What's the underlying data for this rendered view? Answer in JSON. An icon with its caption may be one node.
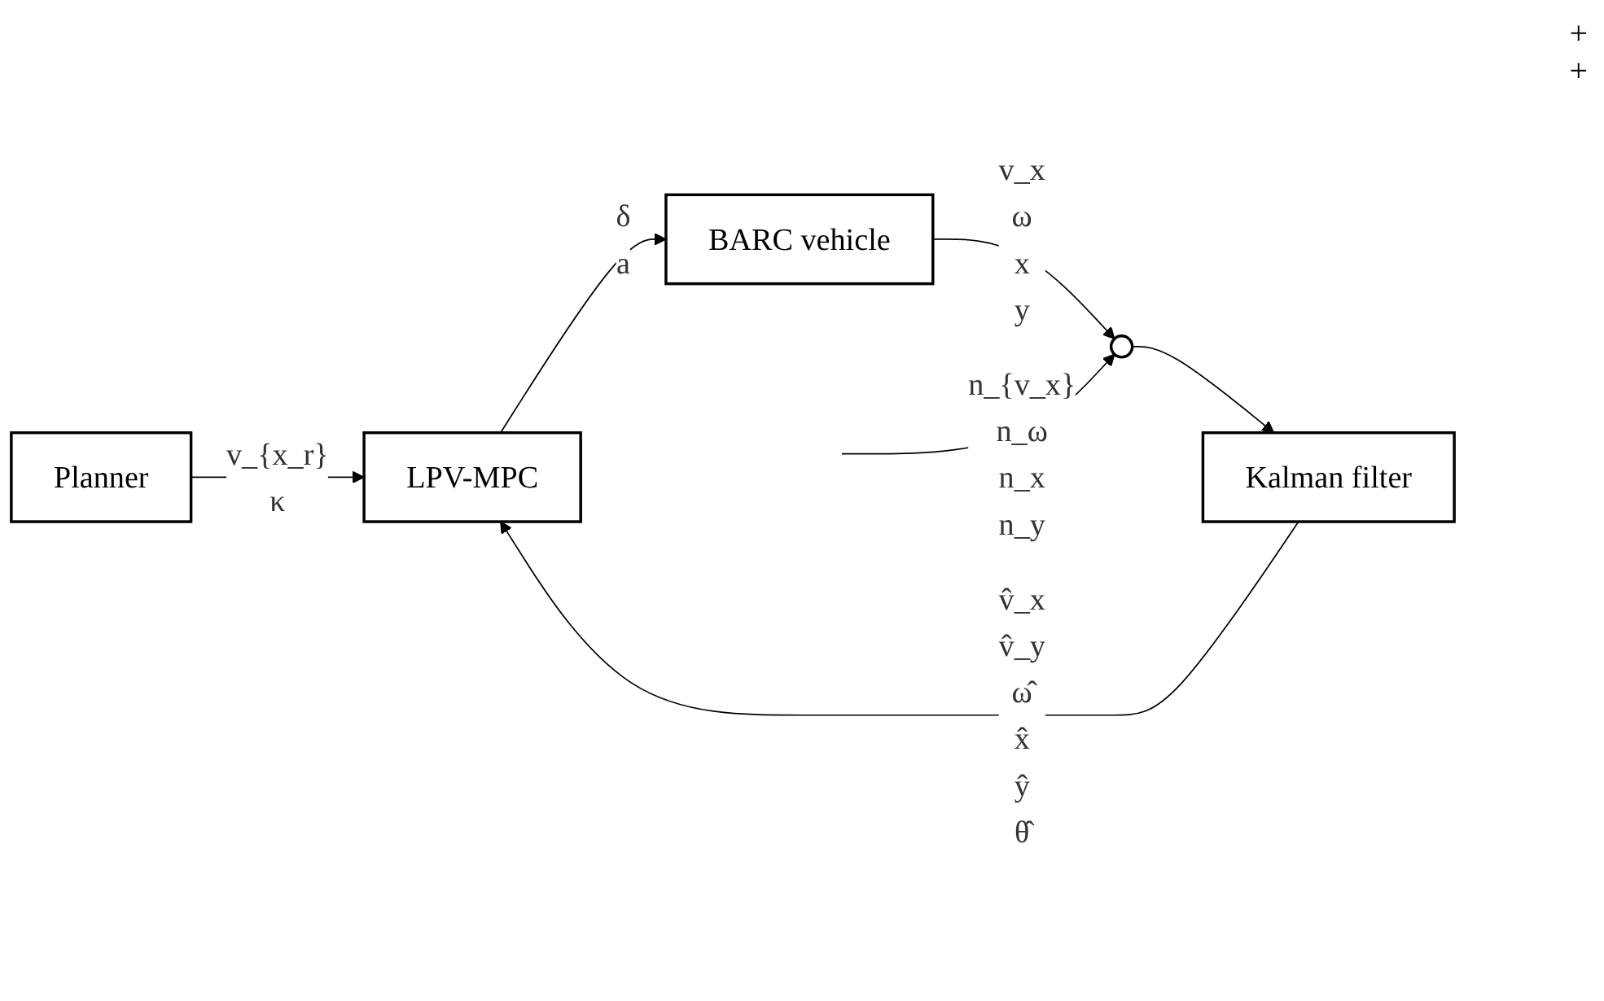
{
  "diagram": {
    "nodes": [
      {
        "text": [
          "Planner"
        ]
      },
      {
        "text": [
          "LPV-MPC"
        ]
      },
      {
        "text": [
          "BARC vehicle"
        ]
      },
      {
        "text": [],
        "shape": "circle"
      },
      {
        "text": [
          "Kalman filter"
        ]
      }
    ],
    "edges": [
      {
        "from": 0,
        "to": 1,
        "arrow": "to",
        "label": "v_{x_r} κ"
      },
      {
        "from": 1,
        "to": 2,
        "arrow": "to",
        "label": "δ a"
      },
      {
        "from": 2,
        "to": 3,
        "arrow": "to",
        "label": "v_x ω x y"
      },
      {
        "from": null,
        "to": 3,
        "arrow": "to",
        "label": "n_{v_x} n_ω n_x n_y"
      },
      {
        "from": 3,
        "to": 4,
        "arrow": "to"
      },
      {
        "from": 4,
        "to": 1,
        "arrow": "to",
        "label": "v̂_x v̂_y ω̂ x̂ ŷ θ̂"
      }
    ],
    "labels": [
      "+",
      "+"
    ]
  }
}
